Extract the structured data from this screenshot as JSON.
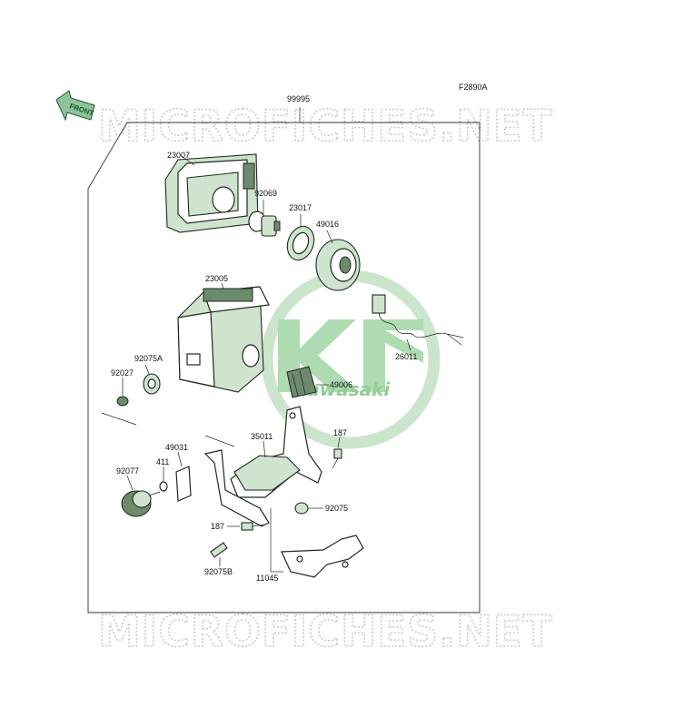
{
  "figure_code": "F2890A",
  "front_label": "FRONT",
  "watermark_text": "MICROFICHES.NET",
  "brand_text": "Kawasaki",
  "parts": {
    "p99995": "99995",
    "p23007": "23007",
    "p92069": "92069",
    "p23017": "23017",
    "p49016": "49016",
    "p23005": "23005",
    "p26011": "26011",
    "p92075A": "92075A",
    "p92027": "92027",
    "p49006": "49006",
    "p187a": "187",
    "p49031": "49031",
    "p35011": "35011",
    "p92077": "92077",
    "p411": "411",
    "p92075": "92075",
    "p187b": "187",
    "p92075B": "92075B",
    "p11045": "11045"
  },
  "colors": {
    "part_fill": "#cfe3cf",
    "part_dark": "#6d8a6d",
    "logo_green": "#2f9a3a",
    "watermark": "#c9c9c9"
  }
}
